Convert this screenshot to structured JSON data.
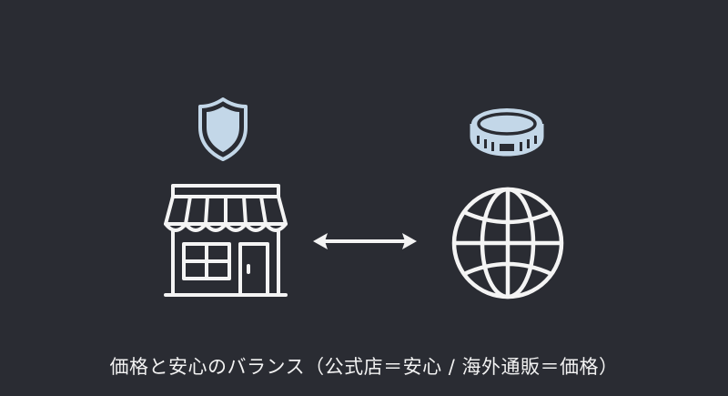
{
  "diagram": {
    "left": {
      "top_icon": "shield-icon",
      "main_icon": "storefront-icon",
      "meaning": "公式店"
    },
    "connector": {
      "icon": "double-headed-arrow-icon"
    },
    "right": {
      "top_icon": "coin-icon",
      "main_icon": "globe-icon",
      "meaning": "海外通販"
    },
    "caption": "価格と安心のバランス（公式店＝安心 / 海外通販＝価格）"
  },
  "colors": {
    "background": "#2a2c33",
    "line": "#f4f4f4",
    "accent_fill": "#c3d7e8",
    "accent_stroke": "#c3d7e8"
  }
}
